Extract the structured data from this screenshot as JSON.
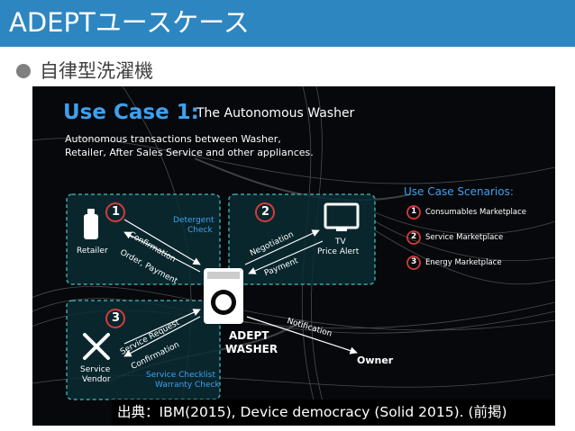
{
  "header": {
    "title": "ADEPTユースケース"
  },
  "bullet": {
    "text": "自律型洗濯機"
  },
  "slide": {
    "use_case_label": "Use Case 1:",
    "use_case_title": "The Autonomous Washer",
    "description_line1": "Autonomous transactions between Washer,",
    "description_line2": "Retailer, After Sales Service and other appliances.",
    "panel1": {
      "number": "1",
      "actor": "Retailer",
      "note_line1": "Detergent",
      "note_line2": "Check",
      "arrow_top": "Confirmation",
      "arrow_bottom": "Order, Payment"
    },
    "panel2": {
      "number": "2",
      "actor_line1": "TV",
      "actor_line2": "Price Alert",
      "arrow_top": "Negotiation",
      "arrow_bottom": "Payment"
    },
    "panel3": {
      "number": "3",
      "actor_line1": "Service",
      "actor_line2": "Vendor",
      "arrow_top": "Service Request",
      "arrow_bottom": "Confirmation",
      "note_line1": "Service Checklist",
      "note_line2": "Warranty Check"
    },
    "washer": {
      "line1": "ADEPT",
      "line2": "WASHER"
    },
    "notification": "Notification",
    "owner": "Owner",
    "scenarios": {
      "title": "Use Case Scenarios:",
      "items": [
        {
          "number": "1",
          "label": "Consumables Marketplace"
        },
        {
          "number": "2",
          "label": "Service Marketplace"
        },
        {
          "number": "3",
          "label": "Energy Marketplace"
        }
      ]
    },
    "colors": {
      "accent": "#3fa0ee",
      "panel_border": "#3ea3a3",
      "number_red": "#d43b3b"
    }
  },
  "source": {
    "text": "出典：IBM(2015), Device democracy (Solid 2015). (前掲)"
  }
}
